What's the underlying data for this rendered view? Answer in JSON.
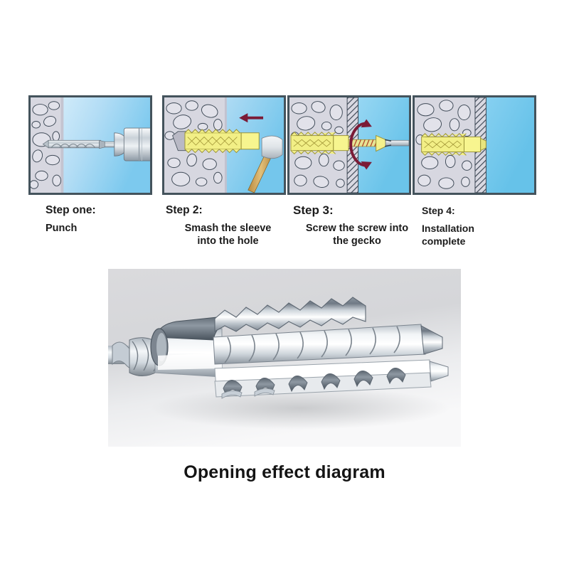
{
  "page": {
    "background_color": "#ffffff",
    "photo_caption": "Opening effect diagram"
  },
  "steps": [
    {
      "id": "step-1",
      "title": "Step one:",
      "desc": "Punch",
      "panel": {
        "scene": "drill-bit-drilling-into-wall",
        "wall_color": "#d7d7e0",
        "air_color": "#bfe4f7",
        "border_color": "#44535c",
        "elements": [
          "masonry-wall",
          "twist-drill-bit",
          "drill-chuck"
        ]
      }
    },
    {
      "id": "step-2",
      "title": "Step 2:",
      "desc": "Smash the sleeve\ninto the hole",
      "desc_line1": "Smash the sleeve",
      "desc_line2": "into the hole",
      "panel": {
        "scene": "hammering-sleeve-into-hole",
        "wall_color": "#d7d7e0",
        "air_color": "#bfe4f7",
        "border_color": "#44535c",
        "arrow_color": "#7b1b36",
        "sleeve_color": "#f2ef86",
        "elements": [
          "masonry-wall",
          "yellow-anchor-sleeve",
          "hammer",
          "direction-arrow-left"
        ]
      }
    },
    {
      "id": "step-3",
      "title": "Step 3:",
      "desc": "Screw the screw into\nthe gecko",
      "desc_line1": "Screw the screw into",
      "desc_line2": "the gecko",
      "panel": {
        "scene": "driving-screw-into-anchor",
        "wall_color": "#d7d7e0",
        "air_color": "#7fd0f2",
        "border_color": "#44535c",
        "arrow_color": "#7b1b36",
        "sleeve_color": "#f2ef86",
        "elements": [
          "masonry-wall",
          "hatched-plaster-layer",
          "yellow-anchor-sleeve",
          "screw",
          "screwdriver-shaft",
          "rotation-arrow"
        ]
      }
    },
    {
      "id": "step-4",
      "title": "Step 4:",
      "desc": "Installation\ncomplete",
      "desc_line1": "Installation",
      "desc_line2": "complete",
      "panel": {
        "scene": "completed-installation",
        "wall_color": "#d7d7e0",
        "air_color": "#7fd0f2",
        "border_color": "#44535c",
        "sleeve_color": "#f2ef86",
        "elements": [
          "masonry-wall",
          "hatched-plaster-layer",
          "installed-anchor"
        ]
      }
    }
  ],
  "photo": {
    "alt": "metal self-drilling expansion anchor with screw",
    "background_color": "#d8d8da",
    "metal_color": "#c9cfd6",
    "elements": [
      "screw",
      "anchor-sleeve-body",
      "expansion-fins",
      "cut-open-sleeve"
    ]
  }
}
